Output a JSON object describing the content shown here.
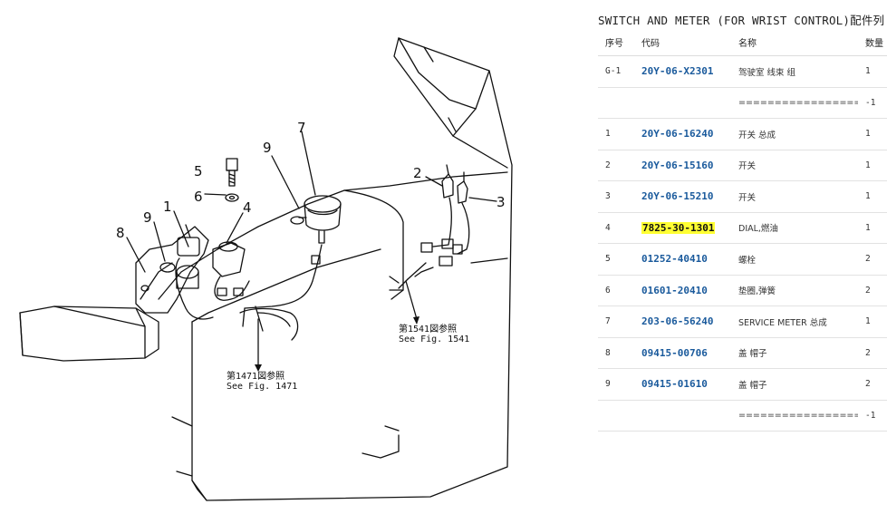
{
  "panel": {
    "title": "SWITCH AND METER (FOR WRIST CONTROL)配件列",
    "headers": {
      "seq": "序号",
      "code": "代码",
      "name": "名称",
      "qty": "数量"
    }
  },
  "parts": [
    {
      "seq": "G-1",
      "code": "20Y-06-X2301",
      "name": "驾驶室 线束 组",
      "qty": "1",
      "highlight": false
    },
    {
      "seq": "",
      "code": "",
      "name": "===================",
      "qty": "-1",
      "highlight": false
    },
    {
      "seq": "1",
      "code": "20Y-06-16240",
      "name": "开关 总成",
      "qty": "1",
      "highlight": false
    },
    {
      "seq": "2",
      "code": "20Y-06-15160",
      "name": "开关",
      "qty": "1",
      "highlight": false
    },
    {
      "seq": "3",
      "code": "20Y-06-15210",
      "name": "开关",
      "qty": "1",
      "highlight": false
    },
    {
      "seq": "4",
      "code": "7825-30-1301",
      "name": "DIAL,燃油",
      "qty": "1",
      "highlight": true
    },
    {
      "seq": "5",
      "code": "01252-40410",
      "name": "螺栓",
      "qty": "2",
      "highlight": false
    },
    {
      "seq": "6",
      "code": "01601-20410",
      "name": "垫圈,弹簧",
      "qty": "2",
      "highlight": false
    },
    {
      "seq": "7",
      "code": "203-06-56240",
      "name": "SERVICE METER 总成",
      "qty": "1",
      "highlight": false
    },
    {
      "seq": "8",
      "code": "09415-00706",
      "name": "盖 帽子",
      "qty": "2",
      "highlight": false
    },
    {
      "seq": "9",
      "code": "09415-01610",
      "name": "盖 帽子",
      "qty": "2",
      "highlight": false
    },
    {
      "seq": "",
      "code": "",
      "name": "===================",
      "qty": "-1",
      "highlight": false
    }
  ],
  "diagram": {
    "callouts": [
      "1",
      "2",
      "3",
      "4",
      "5",
      "6",
      "7",
      "8",
      "9",
      "9"
    ],
    "ref_1541": {
      "line1": "第1541図参照",
      "line2": "See Fig. 1541"
    },
    "ref_1471": {
      "line1": "第1471図参照",
      "line2": "See Fig. 1471"
    }
  }
}
